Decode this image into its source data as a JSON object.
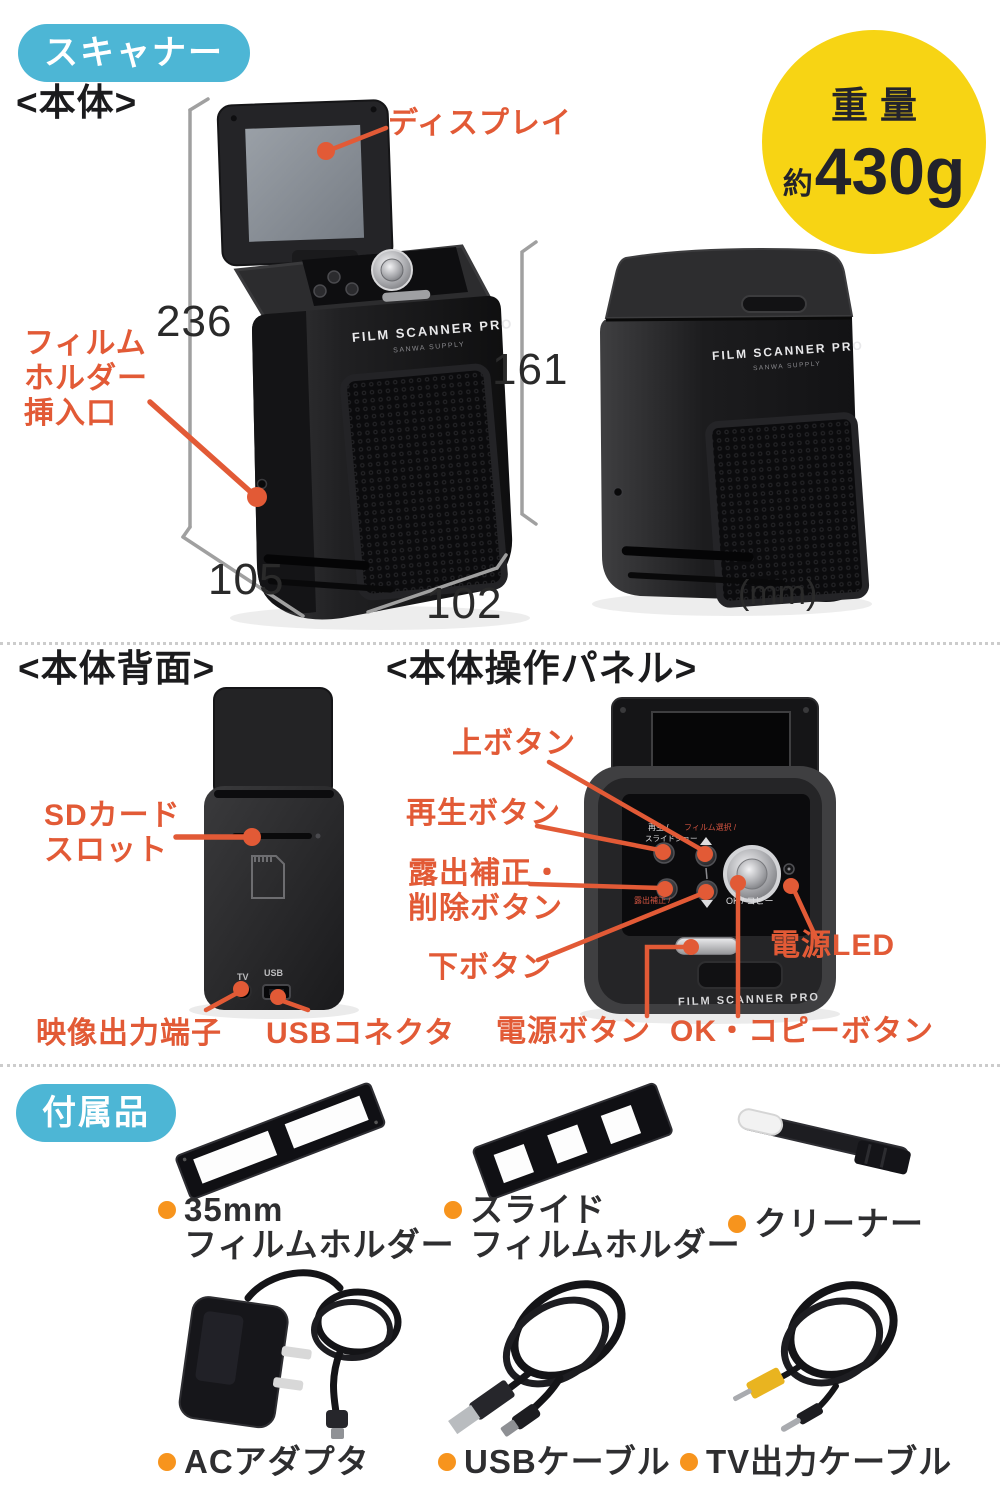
{
  "colors": {
    "accent_orange": "#e25a36",
    "bullet_orange": "#f7941d",
    "badge_blue": "#4db6d5",
    "weight_yellow": "#f7d414",
    "heading_dark": "#1b1b1d"
  },
  "section_body": {
    "badge": "スキャナー",
    "heading": "<本体>",
    "weight": {
      "title": "重量",
      "approx": "約",
      "value": "430g"
    },
    "callout_display": "ディスプレイ",
    "callout_film_slot": [
      "フィルム",
      "ホルダー",
      "挿入口"
    ],
    "dim_height_front": "236",
    "dim_depth": "105",
    "dim_width": "102",
    "dim_height_side": "161",
    "dim_unit": "(mm)",
    "logo": "FILM SCANNER PRO",
    "logo_sub": "SANWA SUPPLY"
  },
  "section_rear": {
    "heading": "<本体背面>",
    "callout_sd": [
      "SDカード",
      "スロット"
    ],
    "callout_video_out": "映像出力端子",
    "callout_usb": "USBコネクタ",
    "port_tv": "TV",
    "port_usb": "USB"
  },
  "section_panel": {
    "heading": "<本体操作パネル>",
    "callout_up": "上ボタン",
    "callout_play": "再生ボタン",
    "callout_exposure": [
      "露出補正・",
      "削除ボタン"
    ],
    "callout_down": "下ボタン",
    "callout_power": "電源ボタン",
    "callout_ok": "OK・コピーボタン",
    "callout_led": "電源LED",
    "printed_play": "再生 /",
    "printed_slideshow": "スライドショー",
    "printed_film_select": "フィルム選択 /",
    "printed_exposure": "露出補正 /",
    "printed_ok": "OK / コピー"
  },
  "section_accessories": {
    "badge": "付属品",
    "items": [
      {
        "name": "35mm-film-holder",
        "label_lines": [
          "35mm",
          "フィルムホルダー"
        ]
      },
      {
        "name": "slide-film-holder",
        "label_lines": [
          "スライド",
          "フィルムホルダー"
        ]
      },
      {
        "name": "cleaner",
        "label_lines": [
          "クリーナー"
        ]
      },
      {
        "name": "ac-adapter",
        "label_lines": [
          "ACアダプタ"
        ]
      },
      {
        "name": "usb-cable",
        "label_lines": [
          "USBケーブル"
        ]
      },
      {
        "name": "tv-output-cable",
        "label_lines": [
          "TV出力ケーブル"
        ]
      }
    ]
  }
}
